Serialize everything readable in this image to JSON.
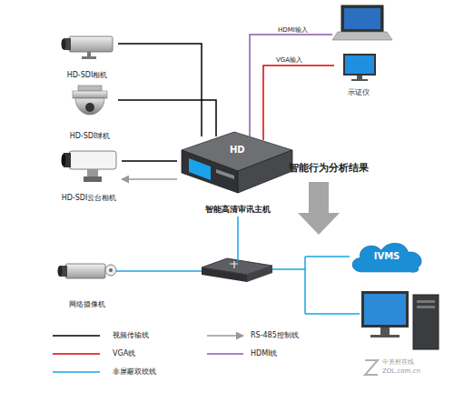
{
  "diagram": {
    "nodes": [
      {
        "text": [
          "HD-SDI相机"
        ]
      },
      {
        "text": [
          "HD-SDI球机"
        ]
      },
      {
        "text": [
          "HD-SDI云台相机"
        ]
      },
      {
        "text": [
          "智能高清审讯主机"
        ]
      },
      {
        "text": [
          "示证仪"
        ]
      },
      {
        "text": [
          "网络摄像机"
        ]
      },
      {
        "text": [
          "IVMS"
        ]
      }
    ],
    "edges": [
      {
        "from": 0,
        "to": 3,
        "arrow": "none"
      },
      {
        "from": 1,
        "to": 3,
        "arrow": "none"
      },
      {
        "from": 2,
        "to": 3,
        "arrow": "none"
      },
      {
        "from": 3,
        "to": 2,
        "arrow": "to"
      },
      {
        "from": 3,
        "to": 4,
        "label": "VGA输入",
        "arrow": "none"
      }
    ],
    "labels": [
      "HD",
      "HDMI输入",
      "智能行为分析结果",
      "中关村在线",
      "ZOL.com.cn"
    ],
    "legend": [
      {
        "text": "视频传输线"
      },
      {
        "text": "RS-485控制线"
      },
      {
        "text": "VGA线"
      },
      {
        "text": "HDMI线"
      },
      {
        "text": "非屏蔽双绞线"
      }
    ]
  }
}
